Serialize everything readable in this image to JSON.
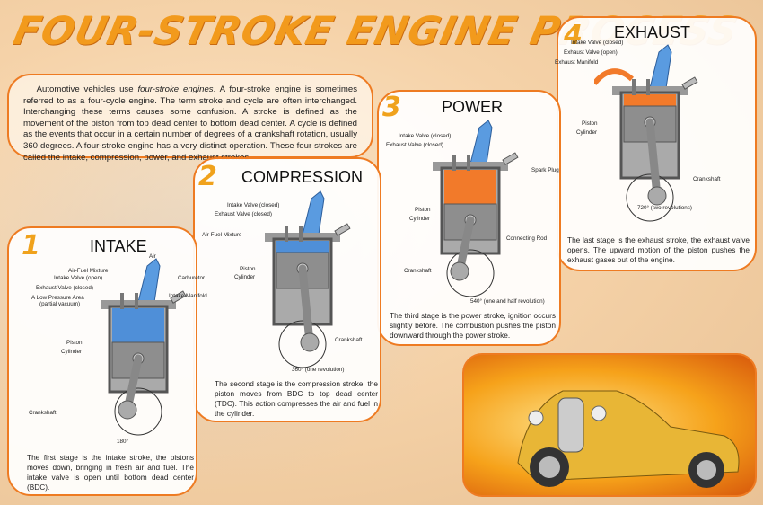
{
  "title": "FOUR-STROKE ENGINE PROCESS",
  "intro": {
    "pre": "Automotive vehicles use ",
    "em": "four-stroke engines",
    "post": ". A four-stroke engine is sometimes referred to as a four-cycle engine. The term stroke and cycle are often interchanged. Interchanging these terms causes some confusion. A stroke is defined as the movement of the piston from top dead center to bottom dead center.  A cycle is defined as the events that occur in a certain number of degrees of a crankshaft rotation, usually 360 degrees. A four-stroke engine has a very distinct operation. These four strokes are called the intake, compression, power, and exhaust strokes."
  },
  "stages": [
    {
      "number": "1",
      "title": "INTAKE",
      "labels": {
        "air": "Air",
        "mixture": "Air-Fuel Mixture",
        "intake_valve": "Intake Valve (open)",
        "exhaust_valve": "Exhaust Valve (closed)",
        "low_pressure": "A Low Pressure Area",
        "vacuum": "(partial vacuum)",
        "carburetor": "Carburetor",
        "manifold": "Intake Manifold",
        "piston": "Piston",
        "cylinder": "Cylinder",
        "crankshaft": "Crankshaft"
      },
      "degrees": "180°",
      "description": "The first stage is the intake stroke, the pistons moves down, bringing in fresh air and fuel. The intake valve is open until bottom dead center (BDC).",
      "charge_color": "#4f8fd8"
    },
    {
      "number": "2",
      "title": "COMPRESSION",
      "labels": {
        "intake_valve": "Intake Valve (closed)",
        "exhaust_valve": "Exhaust Valve (closed)",
        "mixture": "Air-Fuel Mixture",
        "piston": "Piston",
        "cylinder": "Cylinder",
        "crankshaft": "Crankshaft"
      },
      "degrees": "360° (one revolution)",
      "description": "The second stage is the compression stroke, the piston moves from BDC to top dead center (TDC). This action compresses the air and fuel in the cylinder.",
      "charge_color": "#4f8fd8"
    },
    {
      "number": "3",
      "title": "POWER",
      "labels": {
        "intake_valve": "Intake Valve (closed)",
        "exhaust_valve": "Exhaust Valve (closed)",
        "spark_plug": "Spark Plug",
        "piston": "Piston",
        "cylinder": "Cylinder",
        "rod": "Connecting Rod",
        "crankshaft": "Crankshaft"
      },
      "degrees": "540° (one and half revolution)",
      "description": "The third stage is the power stroke, ignition occurs slightly before. The combustion pushes the piston downward through the power stroke.",
      "charge_color": "#f27a2a"
    },
    {
      "number": "4",
      "title": "EXHAUST",
      "labels": {
        "intake_valve": "Intake Valve (closed)",
        "exhaust_valve": "Exhaust Valve (open)",
        "manifold": "Exhaust Manifold",
        "piston": "Piston",
        "cylinder": "Cylinder",
        "crankshaft": "Crankshaft"
      },
      "degrees": "720° (two revolutions)",
      "description": "The last stage is the exhaust stroke, the exhaust valve opens. The upward motion of the piston pushes the exhaust gases out of the engine.",
      "charge_color": "#f27a2a"
    }
  ],
  "colors": {
    "accent": "#ee7b22",
    "title": "#f29a1c",
    "intake_blue": "#4f8fd8",
    "combustion": "#f27a2a"
  }
}
